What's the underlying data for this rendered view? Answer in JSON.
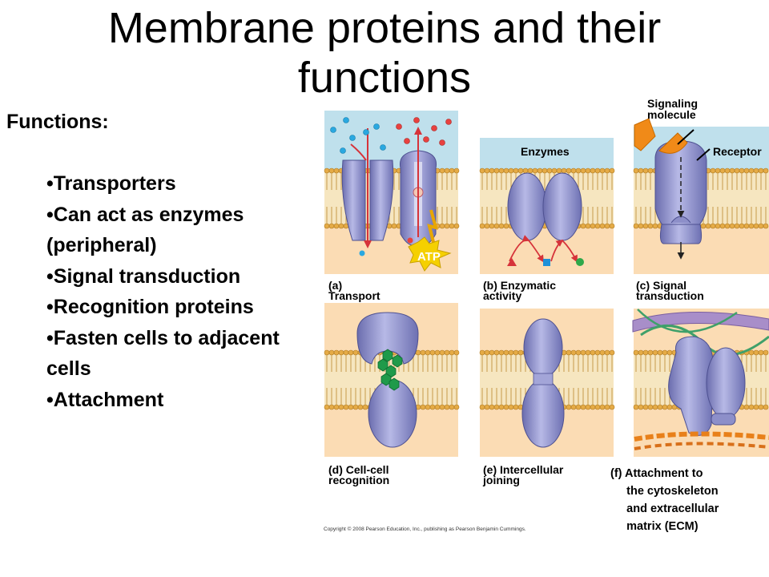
{
  "title_lines": [
    "Membrane proteins and their",
    "functions"
  ],
  "functions": {
    "heading": "Functions:",
    "items": [
      "Transporters",
      "Can act as enzymes (peripheral)",
      "Signal transduction",
      "Recognition proteins",
      "Fasten cells to adjacent cells",
      "Attachment"
    ]
  },
  "panels": {
    "a": "(a)\nTransport",
    "b": "(b) Enzymatic\nactivity",
    "c": "(c) Signal\ntransduction",
    "d": "(d) Cell-cell\nrecognition",
    "e": "(e) Intercellular\njoining",
    "f": "(f) Attachment to\n     the cytoskeleton\n     and extracellular\n     matrix (ECM)"
  },
  "inner_labels": {
    "atp": "ATP",
    "enzymes": "Enzymes",
    "signaling_molecule": "Signaling\nmolecule",
    "receptor": "Receptor"
  },
  "copyright": "Copyright © 2008 Pearson Education, Inc., publishing as Pearson Benjamin Cummings.",
  "colors": {
    "cytoplasm": "#fbdcb4",
    "extracellular": "#bfe0ec",
    "protein": "#8d8fc9",
    "lipid_head": "#e5ab46",
    "arrow": "#d6333a",
    "ligand": "#f08a18",
    "recognition_sugar": "#1f9a4a"
  }
}
